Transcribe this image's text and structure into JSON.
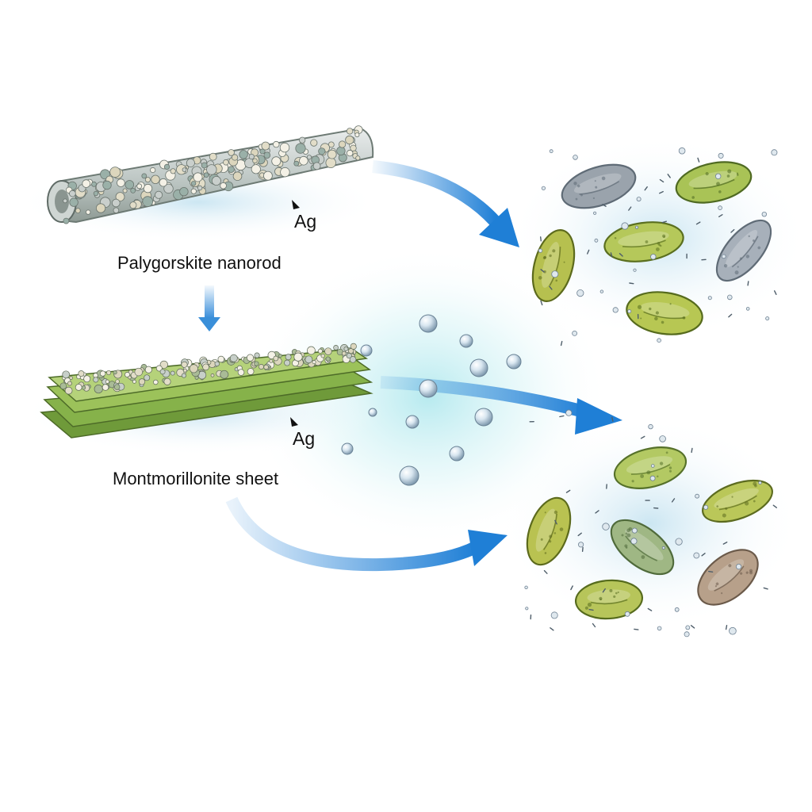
{
  "labels": {
    "nanorod_name": "Palygorskite nanorod",
    "nanorod_ag": "Ag",
    "sheet_name": "Montmorillonite sheet",
    "sheet_ag": "Ag"
  },
  "colors": {
    "arrow_blue": "#1f7fd6",
    "mist_cyan": "#9fe3ea",
    "sheet_green": "#8fbf4a",
    "bacteria_green": "#a9c356",
    "bacteria_gray": "#8e9aa6",
    "bacteria_tan": "#b7a08a"
  },
  "icons": {
    "nanorod": "nanorod-illustration",
    "sheet": "layered-sheet-illustration",
    "ion": "silver-ion-bubble",
    "bacterium": "bacterium-cell"
  }
}
